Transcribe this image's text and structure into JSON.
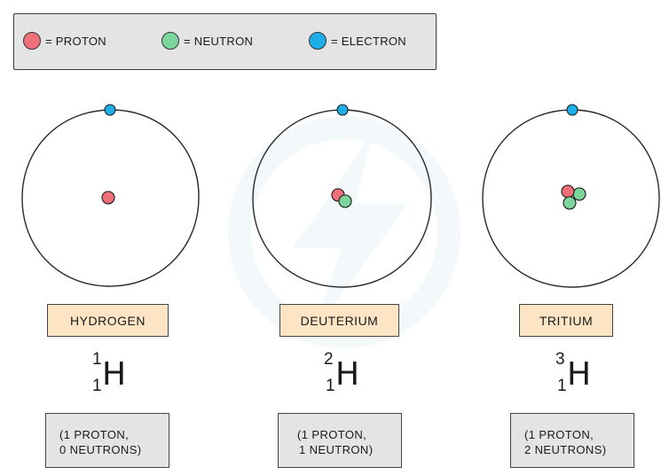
{
  "legend": {
    "items": [
      {
        "label": "= PROTON",
        "color": "#f0707a",
        "icon": "proton-dot"
      },
      {
        "label": "= NEUTRON",
        "color": "#7cd69b",
        "icon": "neutron-dot"
      },
      {
        "label": "= ELECTRON",
        "color": "#1eaee8",
        "icon": "electron-dot"
      }
    ]
  },
  "colors": {
    "proton": "#f0707a",
    "neutron": "#7cd69b",
    "electron": "#1eaee8",
    "name_box": "#fde4c4",
    "info_box": "#e4e4e4"
  },
  "isotopes": [
    {
      "name": "HYDROGEN",
      "mass_number": "1",
      "atomic_number": "1",
      "symbol": "H",
      "info_line1": "(1 PROTON,",
      "info_line2": "0 NEUTRONS)",
      "protons": 1,
      "neutrons": 0,
      "electrons": 1
    },
    {
      "name": "DEUTERIUM",
      "mass_number": "2",
      "atomic_number": "1",
      "symbol": "H",
      "info_line1": "(1 PROTON,",
      "info_line2": "1 NEUTRON)",
      "protons": 1,
      "neutrons": 1,
      "electrons": 1
    },
    {
      "name": "TRITIUM",
      "mass_number": "3",
      "atomic_number": "1",
      "symbol": "H",
      "info_line1": "(1 PROTON,",
      "info_line2": "2 NEUTRONS)",
      "protons": 1,
      "neutrons": 2,
      "electrons": 1
    }
  ]
}
